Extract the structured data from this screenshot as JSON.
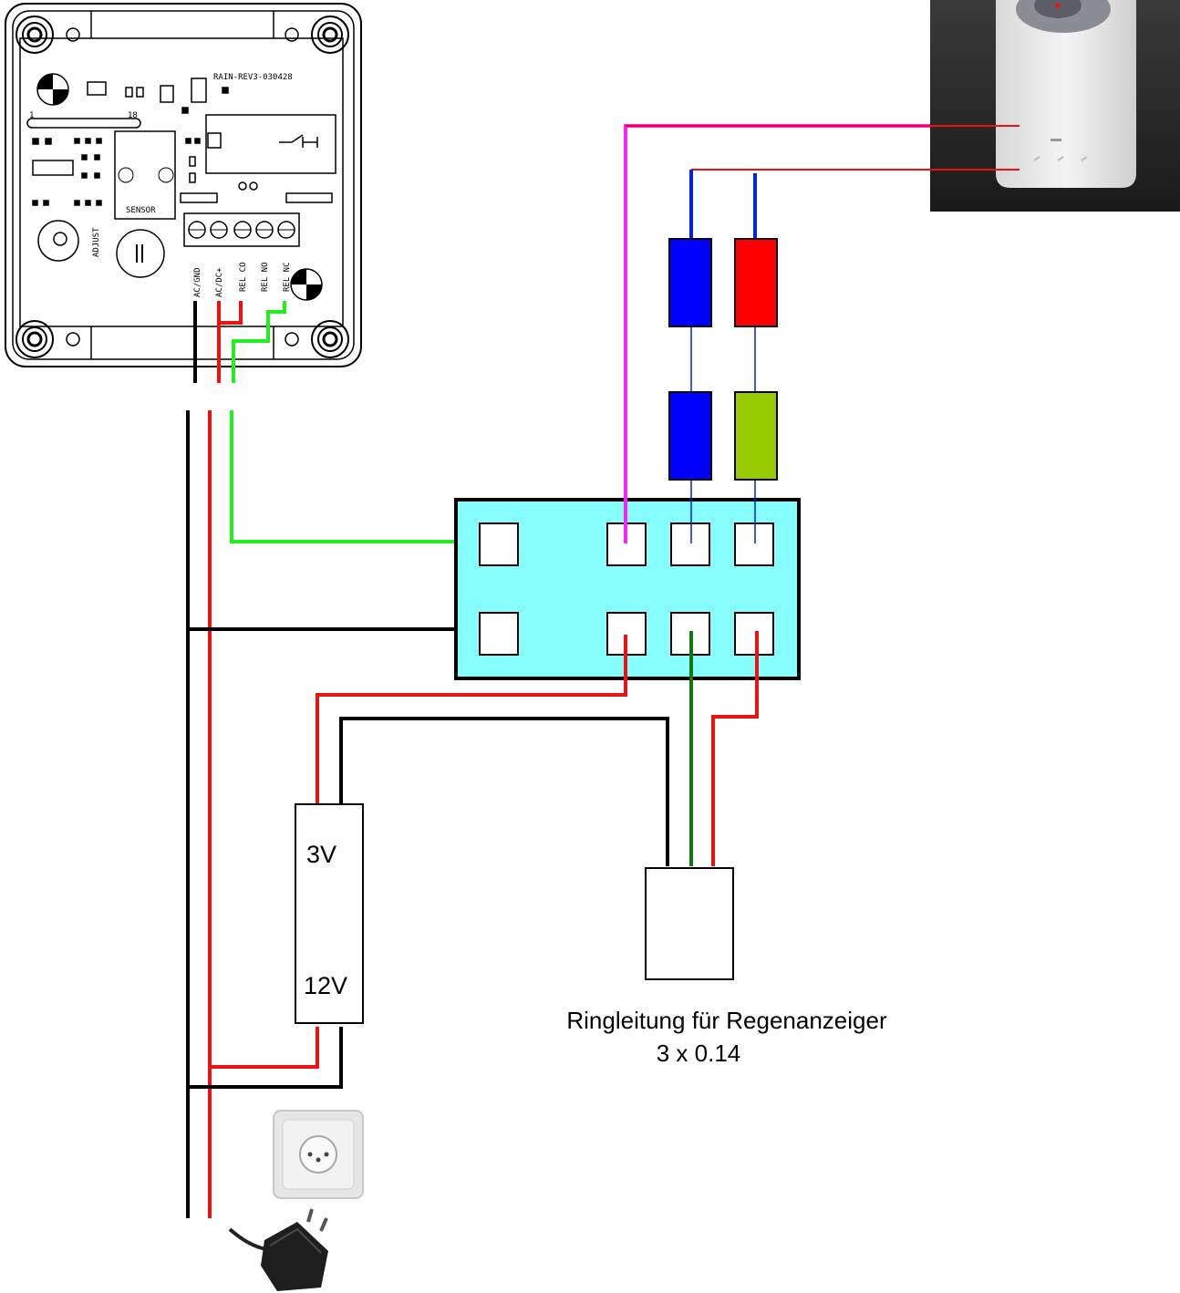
{
  "pcb": {
    "board_label": "RAIN-REV3-030428",
    "sensor_label": "SENSOR",
    "adjust_label": "ADJUST",
    "pin_first": "1",
    "pin_last": "18",
    "terminals": [
      "AC/GND",
      "AC/DC+",
      "REL CO",
      "REL NO",
      "REL NC"
    ]
  },
  "converter": {
    "top_label": "3V",
    "bottom_label": "12V"
  },
  "ring_line": {
    "line1": "Ringleitung für Regenanzeiger",
    "line2": "3 x 0.14"
  },
  "colors": {
    "green_wire": "#22ee22",
    "red_wire": "#ee1111",
    "black_wire": "#000000",
    "magenta_wire": "#ff22ff",
    "blue_wire": "#0022ee",
    "terminal_block": "#88ffff",
    "blue_connector": "#0000ff",
    "red_connector": "#ff0000",
    "olive_connector": "#99cc00",
    "dark_green_wire": "#117711"
  }
}
